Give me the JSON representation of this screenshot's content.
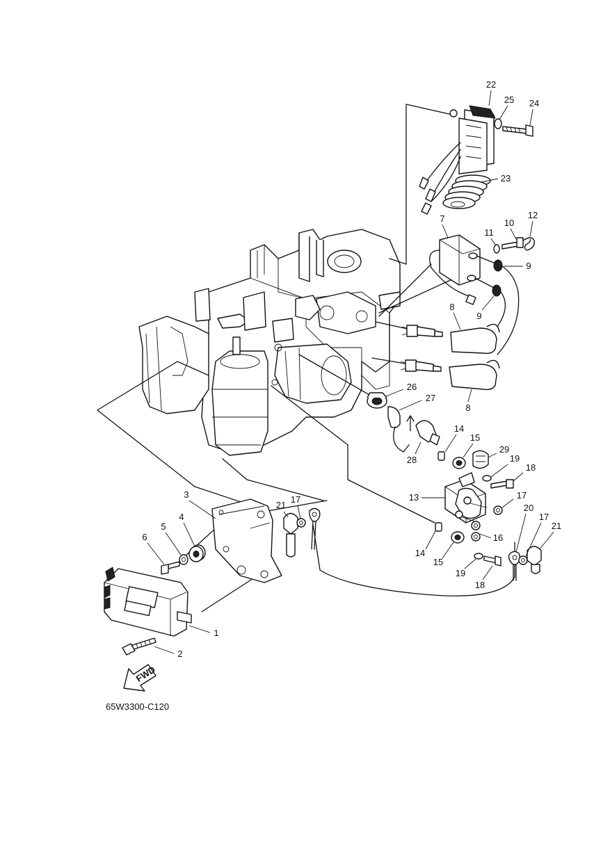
{
  "diagram": {
    "drawing_code": "65W3300-C120",
    "fwd_label": "FWD",
    "callouts": {
      "c1": "1",
      "c2": "2",
      "c3": "3",
      "c4": "4",
      "c5": "5",
      "c6": "6",
      "c7": "7",
      "c8a": "8",
      "c8b": "8",
      "c9a": "9",
      "c9b": "9",
      "c10": "10",
      "c11": "11",
      "c12": "12",
      "c13": "13",
      "c14a": "14",
      "c14b": "14",
      "c15a": "15",
      "c15b": "15",
      "c16": "16",
      "c17a": "17",
      "c17b": "17",
      "c17c": "17",
      "c18a": "18",
      "c18b": "18",
      "c19a": "19",
      "c19b": "19",
      "c20": "20",
      "c21a": "21",
      "c21b": "21",
      "c22": "22",
      "c23": "23",
      "c24": "24",
      "c25": "25",
      "c26": "26",
      "c27": "27",
      "c28": "28",
      "c29": "29"
    }
  }
}
